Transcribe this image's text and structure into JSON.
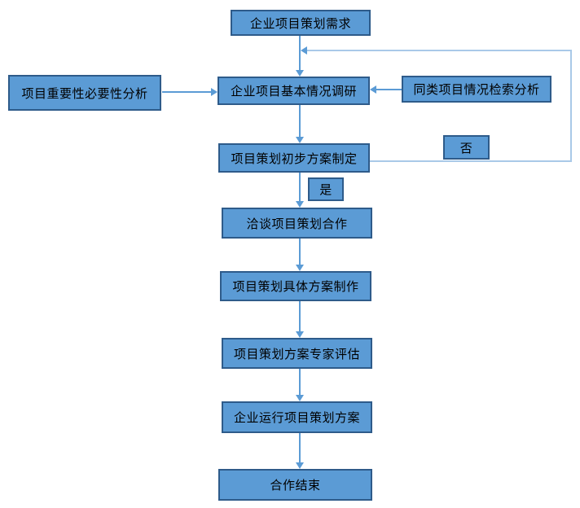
{
  "diagram": {
    "type": "flowchart",
    "language": "zh-CN",
    "background": "#FFFFFF",
    "colors": {
      "node_fill": "#5B9BD5",
      "node_border": "#2E5B8A",
      "arrow": "#5B9BD5",
      "feedback_line": "#A9C9E8",
      "text": "#000000"
    },
    "nodes": [
      {
        "id": "start",
        "label": "企业项目策划需求"
      },
      {
        "id": "importance-analysis",
        "label": "项目重要性必要性分析"
      },
      {
        "id": "basic-research",
        "label": "企业项目基本情况调研"
      },
      {
        "id": "similar-search",
        "label": "同类项目情况检索分析"
      },
      {
        "id": "preliminary-plan",
        "label": "项目策划初步方案制定"
      },
      {
        "id": "decision-no",
        "label": "否"
      },
      {
        "id": "decision-yes",
        "label": "是"
      },
      {
        "id": "negotiate",
        "label": "洽谈项目策划合作"
      },
      {
        "id": "detailed-plan",
        "label": "项目策划具体方案制作"
      },
      {
        "id": "expert-eval",
        "label": "项目策划方案专家评估"
      },
      {
        "id": "run-plan",
        "label": "企业运行项目策划方案"
      },
      {
        "id": "end",
        "label": "合作结束"
      }
    ],
    "edges": [
      {
        "from": "start",
        "to": "basic-research"
      },
      {
        "from": "importance-analysis",
        "to": "basic-research"
      },
      {
        "from": "similar-search",
        "to": "basic-research"
      },
      {
        "from": "basic-research",
        "to": "preliminary-plan"
      },
      {
        "from": "preliminary-plan",
        "to": "negotiate",
        "label": "是"
      },
      {
        "from": "preliminary-plan",
        "to": "basic-research",
        "label": "否",
        "style": "feedback-loop"
      },
      {
        "from": "negotiate",
        "to": "detailed-plan"
      },
      {
        "from": "detailed-plan",
        "to": "expert-eval"
      },
      {
        "from": "expert-eval",
        "to": "run-plan"
      },
      {
        "from": "run-plan",
        "to": "end"
      }
    ]
  }
}
